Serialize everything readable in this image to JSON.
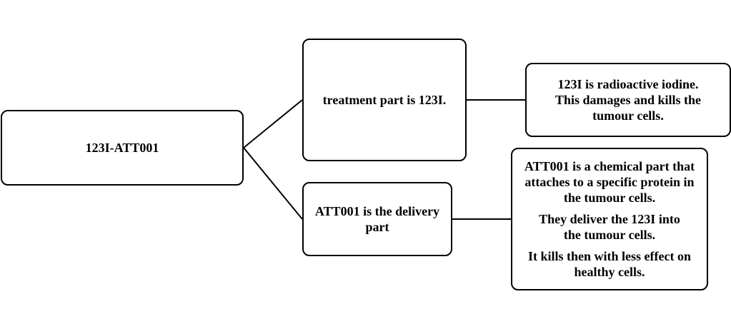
{
  "root": {
    "label": "123I-ATT001"
  },
  "treatment": {
    "label": "treatment part is 123I."
  },
  "delivery": {
    "label": "ATT001 is the delivery part"
  },
  "iodine_info": {
    "lines": [
      "123I is radioactive iodine.",
      "This damages and kills  the tumour cells."
    ]
  },
  "att_info": {
    "paragraphs": [
      "ATT001 is a chemical part that attaches to a specific protein in  the tumour cells.",
      "They deliver  the 123I into the tumour cells.",
      "It kills  then with less effect on healthy cells."
    ]
  }
}
